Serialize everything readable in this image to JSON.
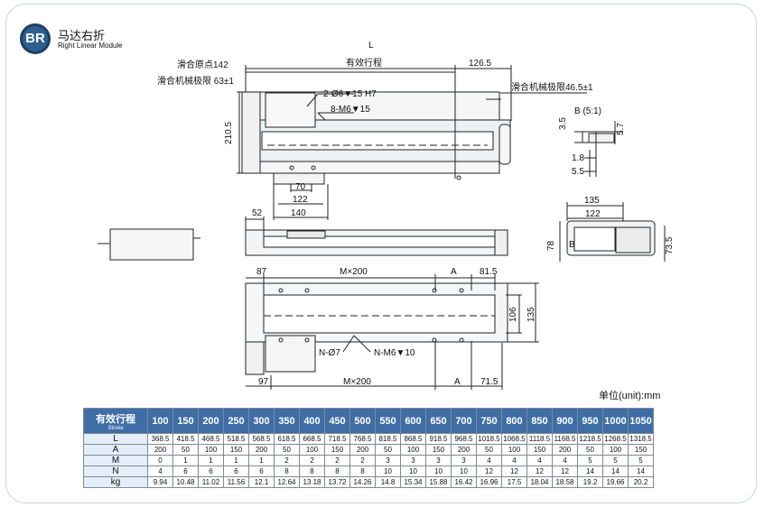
{
  "brand": {
    "logo_text": "BR",
    "name_cn": "马达右折",
    "name_en": "Right Linear Module"
  },
  "drawing": {
    "dim_L": "L",
    "label_stroke": "有效行程",
    "dim_126_5": "126.5",
    "label_origin": "滑合原点142",
    "label_limit_left": "滑合机械极限 63±1",
    "label_limit_right": "滑合机械极限46.5±1",
    "label_hole_h7": "2-Ø6▼15 H7",
    "label_hole_m6": "8-M6▼15",
    "dim_210_5": "210.5",
    "dim_70": "70",
    "dim_122": "122",
    "dim_140": "140",
    "detail_title": "B (5:1)",
    "dim_3_5": "3.5",
    "dim_5_7": "5.7",
    "dim_1_8": "1.8",
    "dim_5_5": "5.5",
    "dim_52": "52",
    "dim_135": "135",
    "dim_122_end": "122",
    "dim_78": "78",
    "dim_73_5": "73.5",
    "label_B": "B",
    "dim_87": "87",
    "dim_Mx200_top": "M×200",
    "dim_A_top": "A",
    "dim_81_5": "81.5",
    "dim_106": "106",
    "dim_135_side": "135",
    "label_N_dia7": "N-Ø7",
    "label_N_m6": "N-M6▼10",
    "dim_97": "97",
    "dim_Mx200_bottom": "M×200",
    "dim_A_bottom": "A",
    "dim_71_5": "71.5"
  },
  "table": {
    "unit_label": "单位(unit):mm",
    "header_cn": "有效行程",
    "header_en": "Stroke",
    "strokes": [
      "100",
      "150",
      "200",
      "250",
      "300",
      "350",
      "400",
      "450",
      "500",
      "550",
      "600",
      "650",
      "700",
      "750",
      "800",
      "850",
      "900",
      "950",
      "1000",
      "1050"
    ],
    "rows": [
      {
        "label": "L",
        "values": [
          "368.5",
          "418.5",
          "468.5",
          "518.5",
          "568.5",
          "618.5",
          "668.5",
          "718.5",
          "768.5",
          "818.5",
          "868.5",
          "918.5",
          "968.5",
          "1018.5",
          "1068.5",
          "1118.5",
          "1168.5",
          "1218.5",
          "1268.5",
          "1318.5"
        ]
      },
      {
        "label": "A",
        "values": [
          "200",
          "50",
          "100",
          "150",
          "200",
          "50",
          "100",
          "150",
          "200",
          "50",
          "100",
          "150",
          "200",
          "50",
          "100",
          "150",
          "200",
          "50",
          "100",
          "150"
        ]
      },
      {
        "label": "M",
        "values": [
          "0",
          "1",
          "1",
          "1",
          "1",
          "2",
          "2",
          "2",
          "2",
          "3",
          "3",
          "3",
          "3",
          "4",
          "4",
          "4",
          "4",
          "5",
          "5",
          "5"
        ]
      },
      {
        "label": "N",
        "values": [
          "4",
          "6",
          "6",
          "6",
          "6",
          "8",
          "8",
          "8",
          "8",
          "10",
          "10",
          "10",
          "10",
          "12",
          "12",
          "12",
          "12",
          "14",
          "14",
          "14"
        ]
      },
      {
        "label": "kg",
        "values": [
          "9.94",
          "10.48",
          "11.02",
          "11.56",
          "12.1",
          "12.64",
          "13.18",
          "13.72",
          "14.26",
          "14.8",
          "15.34",
          "15.88",
          "16.42",
          "16.96",
          "17.5",
          "18.04",
          "18.58",
          "19.2",
          "19.66",
          "20.2"
        ]
      }
    ]
  }
}
